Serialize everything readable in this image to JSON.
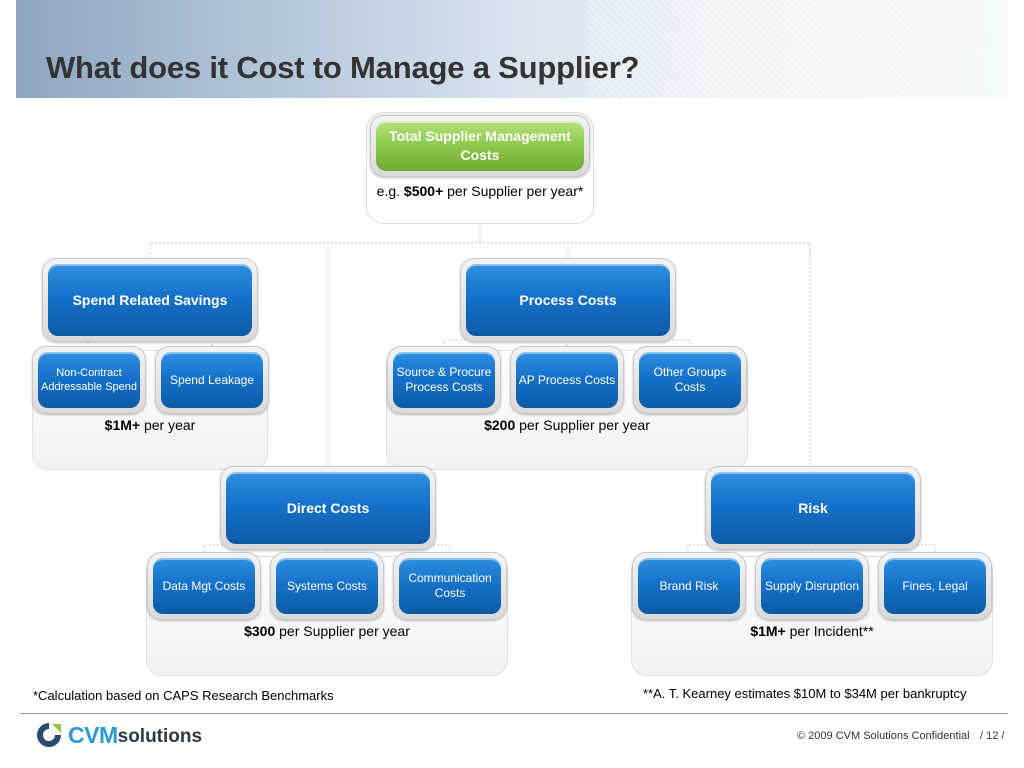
{
  "title": "What does it Cost to Manage a Supplier?",
  "top": {
    "label": "Total Supplier Management Costs",
    "sub_prefix": "e.g. ",
    "sub_bold": "$500+",
    "sub_rest": " per Supplier per year*"
  },
  "groups": {
    "spend": {
      "label": "Spend Related Savings",
      "items": [
        "Non-Contract Addressable Spend",
        "Spend Leakage"
      ],
      "cost_bold": "$1M+",
      "cost_rest": " per year"
    },
    "process": {
      "label": "Process Costs",
      "items": [
        "Source & Procure Process Costs",
        "AP Process Costs",
        "Other Groups Costs"
      ],
      "cost_bold": "$200",
      "cost_rest": " per Supplier per year"
    },
    "direct": {
      "label": "Direct Costs",
      "items": [
        "Data Mgt Costs",
        "Systems Costs",
        "Communication Costs"
      ],
      "cost_bold": "$300",
      "cost_rest": " per Supplier per year"
    },
    "risk": {
      "label": "Risk",
      "items": [
        "Brand Risk",
        "Supply Disruption",
        "Fines, Legal"
      ],
      "cost_bold": "$1M+",
      "cost_rest": " per Incident**"
    }
  },
  "footnotes": {
    "left": "*Calculation based on CAPS Research Benchmarks",
    "right": "**A. T. Kearney estimates $10M to $34M per bankruptcy"
  },
  "footer": {
    "logo_cvm": "CVM",
    "logo_solutions": "solutions",
    "copyright": "© 2009 CVM Solutions Confidential",
    "page": "/ 12 /"
  },
  "colors": {
    "accent_blue": "#1572c9",
    "accent_green": "#8cc84b",
    "title_text": "#333333"
  }
}
